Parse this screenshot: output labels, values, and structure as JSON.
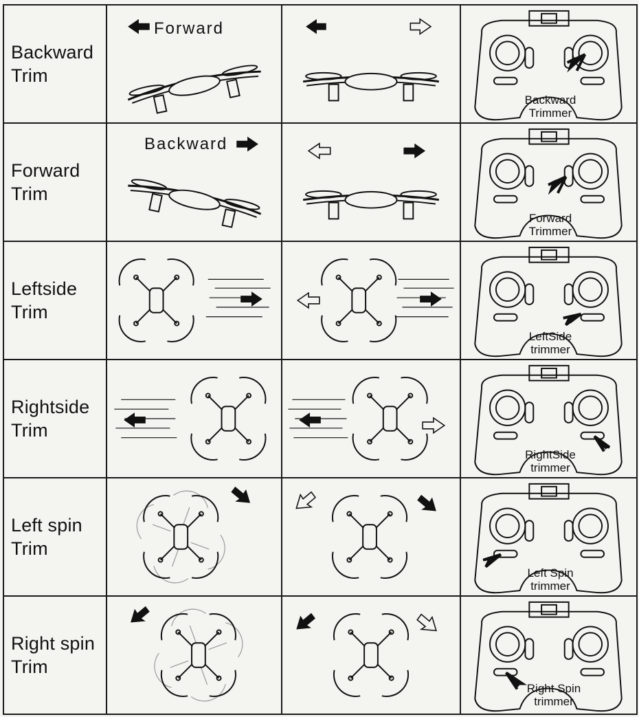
{
  "rows": [
    {
      "label": "Backward\nTrim",
      "direction_text": "Forward",
      "trimmer_caption": "Backward\nTrimmer",
      "view": "side"
    },
    {
      "label": "Forward\nTrim",
      "direction_text": "Backward",
      "trimmer_caption": "Forward\nTrimmer",
      "view": "side"
    },
    {
      "label": "Leftside\nTrim",
      "direction_text": "",
      "trimmer_caption": "LeftSide\ntrimmer",
      "view": "top"
    },
    {
      "label": "Rightside\nTrim",
      "direction_text": "",
      "trimmer_caption": "RightSide\ntrimmer",
      "view": "top"
    },
    {
      "label": "Left spin\nTrim",
      "direction_text": "",
      "trimmer_caption": "Left Spin\ntrimmer",
      "view": "top"
    },
    {
      "label": "Right spin\nTrim",
      "direction_text": "",
      "trimmer_caption": "Right Spin\ntrimmer",
      "view": "top"
    }
  ],
  "icons": {
    "drift_arrow": "solid-arrow-icon",
    "correction_arrow": "outline-arrow-icon",
    "pointer_arrow": "pointer-arrow-icon"
  },
  "colors": {
    "ink": "#111111",
    "paper": "#f4f4f1",
    "line": "#1a1a1a"
  }
}
